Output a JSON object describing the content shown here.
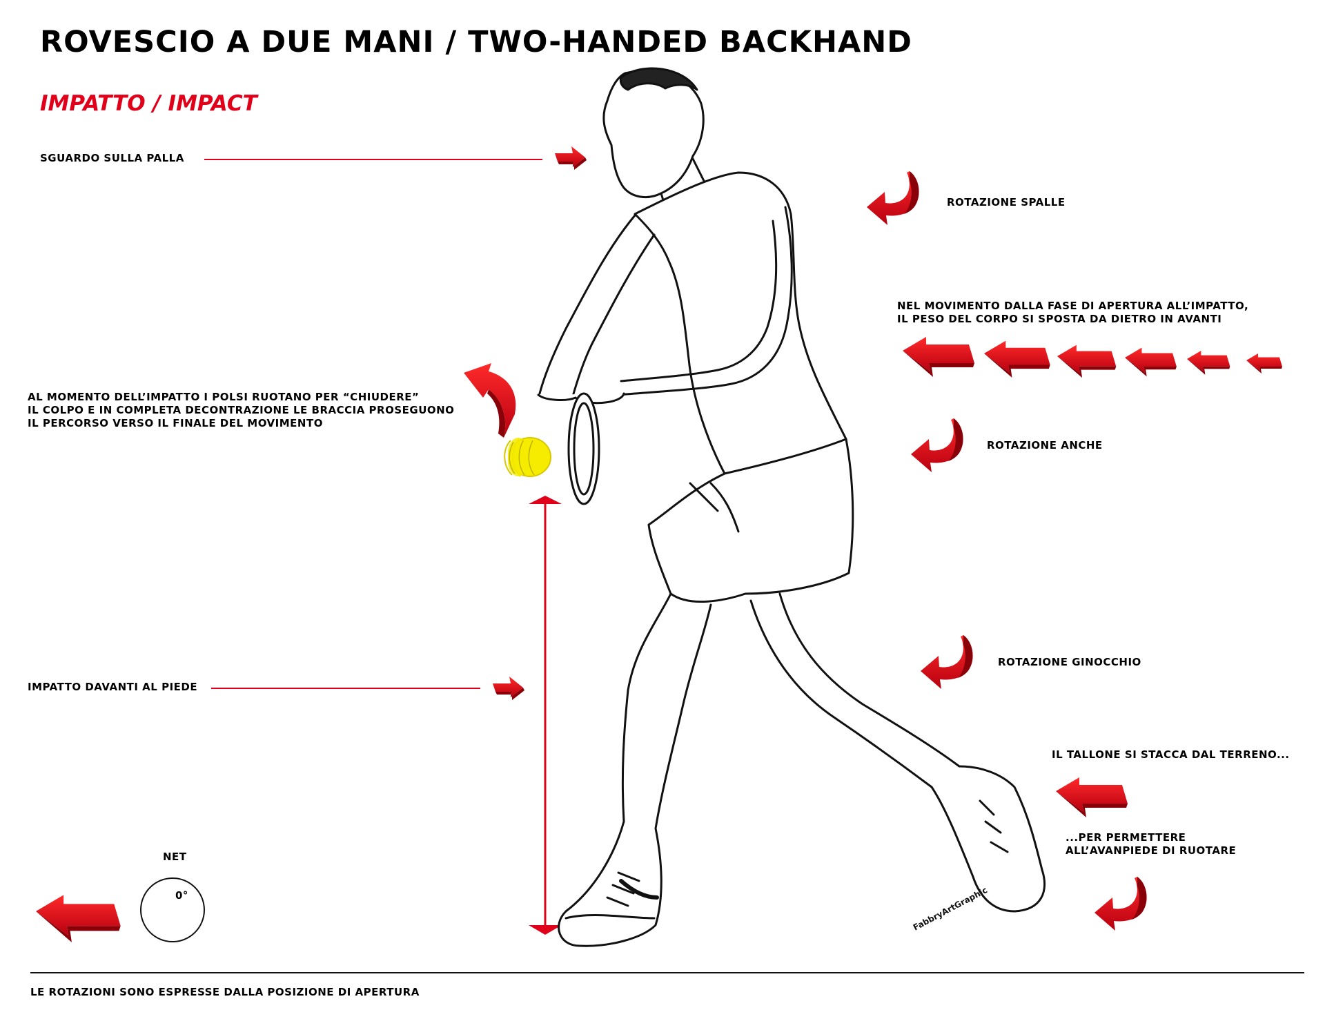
{
  "header": {
    "title": "ROVESCIO A DUE MANI / TWO-HANDED BACKHAND",
    "subtitle": "IMPATTO / IMPACT"
  },
  "annotations": {
    "gaze": "SGUARDO SULLA PALLA",
    "shoulders": "ROTAZIONE SPALLE",
    "weight_line1": "NEL MOVIMENTO DALLA FASE DI APERTURA ALL’IMPATTO,",
    "weight_line2": "IL PESO DEL CORPO SI SPOSTA DA DIETRO IN AVANTI",
    "wrists_line1": "AL MOMENTO DELL’IMPATTO I POLSI RUOTANO PER “CHIUDERE”",
    "wrists_line2": "IL COLPO E IN COMPLETA DECONTRAZIONE LE BRACCIA PROSEGUONO",
    "wrists_line3": "IL PERCORSO VERSO IL FINALE DEL MOVIMENTO",
    "hips": "ROTAZIONE ANCHE",
    "impact_front": "IMPATTO DAVANTI AL PIEDE",
    "knee": "ROTAZIONE GINOCCHIO",
    "heel": "IL TALLONE SI STACCA DAL TERRENO...",
    "forefoot_line1": "...PER PERMETTERE",
    "forefoot_line2": "ALL’AVANPIEDE DI RUOTARE"
  },
  "net_indicator": {
    "label": "NET",
    "angle": "0°"
  },
  "signature": "FabbryArtGraphic",
  "footer": {
    "note": "LE ROTAZIONI SONO ESPRESSE DALLA POSIZIONE DI APERTURA"
  },
  "colors": {
    "accent_red": "#e1001a",
    "ball_yellow": "#f5ec00",
    "ink": "#111111"
  },
  "icons": [
    "curved-rotation-arrow-icon",
    "straight-arrow-left-icon",
    "pointer-arrow-right-icon",
    "double-headed-arrow-icon",
    "tennis-ball-icon",
    "net-circle-icon"
  ]
}
